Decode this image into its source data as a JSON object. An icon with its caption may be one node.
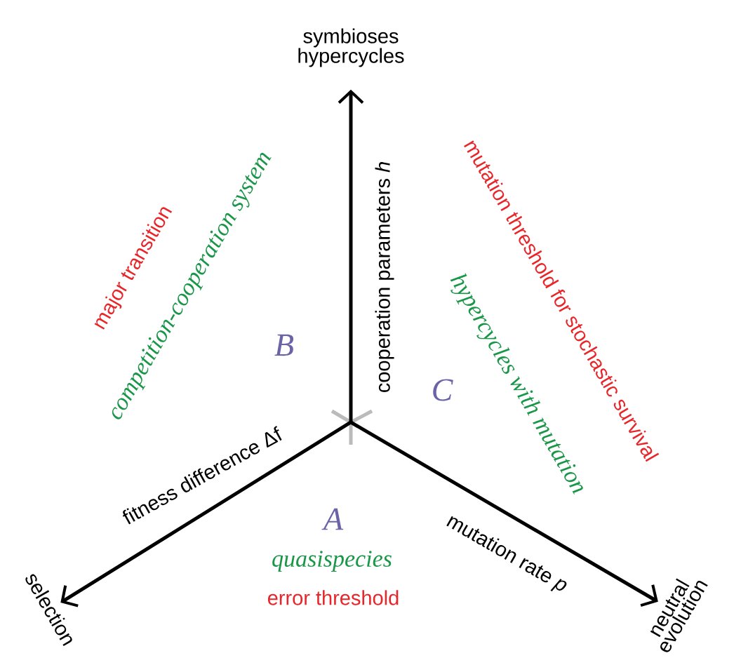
{
  "diagram": {
    "nodes": [
      {
        "text": [
          "symbioses hypercycles"
        ]
      },
      {
        "text": [
          "selection"
        ]
      },
      {
        "text": [
          "neutral evolution"
        ]
      }
    ],
    "edges": [
      {
        "from": null,
        "to": 0,
        "arrow": "to",
        "label": "cooperation parameters *h*"
      },
      {
        "from": null,
        "to": 1,
        "arrow": "to",
        "label": "fitness difference Δf"
      },
      {
        "from": null,
        "to": 2,
        "arrow": "to",
        "label": "mutation rate *p*"
      }
    ],
    "labels": [
      "major transition",
      "competition-cooperation system",
      "B",
      "mutation threshold for stochastic survival",
      "hypercycles with mutation",
      "C",
      "A",
      "quasispecies",
      "error threshold"
    ]
  }
}
